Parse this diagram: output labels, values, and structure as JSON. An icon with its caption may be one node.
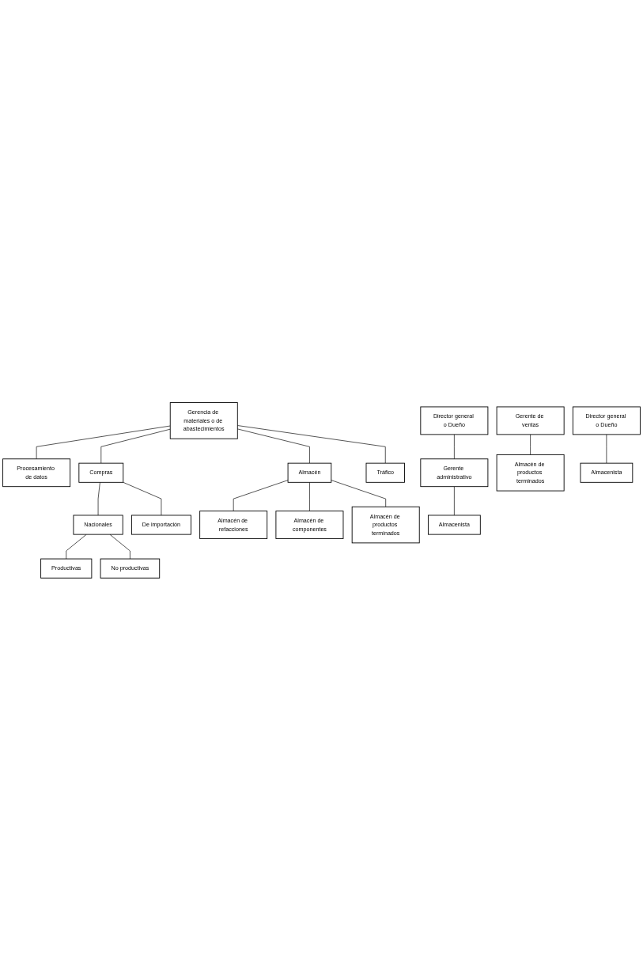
{
  "diagram": {
    "nodes": [
      {
        "text": [
          "Gerencia de materiales o de abastecimientos"
        ]
      },
      {
        "text": [
          "Procesamiento de datos"
        ]
      },
      {
        "text": [
          "Compras"
        ]
      },
      {
        "text": [
          "Almacén"
        ]
      },
      {
        "text": [
          "Tráfico"
        ]
      },
      {
        "text": [
          "Nacionales"
        ]
      },
      {
        "text": [
          "De importación"
        ]
      },
      {
        "text": [
          "Productivas"
        ]
      },
      {
        "text": [
          "No productivas"
        ]
      },
      {
        "text": [
          "Almacén de refacciones"
        ]
      },
      {
        "text": [
          "Almacén de componentes"
        ]
      },
      {
        "text": [
          "Almacén de productos terminados"
        ]
      },
      {
        "text": [
          "Director general o Dueño"
        ]
      },
      {
        "text": [
          "Gerente administrativo"
        ]
      },
      {
        "text": [
          "Almacenista"
        ]
      },
      {
        "text": [
          "Gerente de ventas"
        ]
      },
      {
        "text": [
          "Almacén de productos terminados"
        ]
      },
      {
        "text": [
          "Director general o Dueño"
        ]
      },
      {
        "text": [
          "Almacenista"
        ]
      }
    ],
    "edges": [
      {
        "from": 0,
        "to": 1,
        "arrow": "none"
      },
      {
        "from": 0,
        "to": 2,
        "arrow": "none"
      },
      {
        "from": 0,
        "to": 3,
        "arrow": "none"
      },
      {
        "from": 0,
        "to": 4,
        "arrow": "none"
      },
      {
        "from": 2,
        "to": 5,
        "arrow": "none"
      },
      {
        "from": 2,
        "to": 6,
        "arrow": "none"
      },
      {
        "from": 5,
        "to": 7,
        "arrow": "none"
      },
      {
        "from": 5,
        "to": 8,
        "arrow": "none"
      },
      {
        "from": 3,
        "to": 9,
        "arrow": "none"
      },
      {
        "from": 3,
        "to": 10,
        "arrow": "none"
      },
      {
        "from": 3,
        "to": 11,
        "arrow": "none"
      },
      {
        "from": 12,
        "to": 13,
        "arrow": "none"
      },
      {
        "from": 13,
        "to": 14,
        "arrow": "none"
      },
      {
        "from": 15,
        "to": 16,
        "arrow": "none"
      },
      {
        "from": 17,
        "to": 18,
        "arrow": "none"
      }
    ]
  }
}
